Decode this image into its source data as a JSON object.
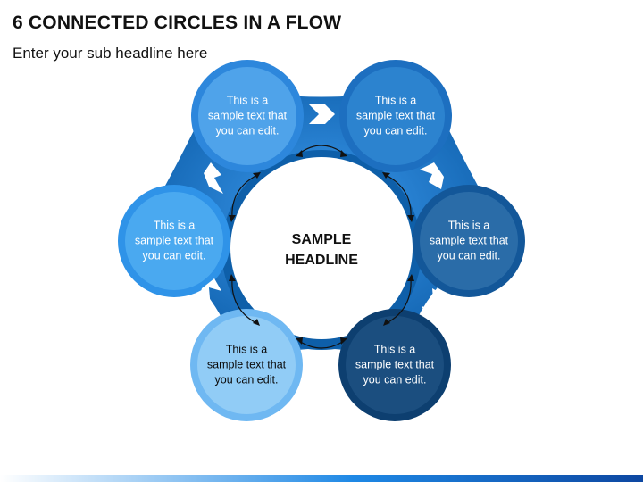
{
  "title": "6 CONNECTED CIRCLES IN A FLOW",
  "subtitle": "Enter your sub headline here",
  "center_headline": "SAMPLE\nHEADLINE",
  "colors": {
    "circle_1": "#4fa3ea",
    "circle_2": "#2c83cf",
    "circle_3": "#2a6ca8",
    "circle_4": "#1b4e7f",
    "circle_5": "#91ccf6",
    "circle_6": "#4aa9f0",
    "connector_dark": "#0c5aa3",
    "connector_light": "#2c8de6"
  },
  "circles": [
    {
      "text": "This is a sample text that you can edit."
    },
    {
      "text": "This is a sample text that you can edit."
    },
    {
      "text": "This is a sample text that you can edit."
    },
    {
      "text": "This is a sample text that you can edit."
    },
    {
      "text": "This is a sample text that you can edit."
    },
    {
      "text": "This is a sample text that you can edit."
    }
  ]
}
